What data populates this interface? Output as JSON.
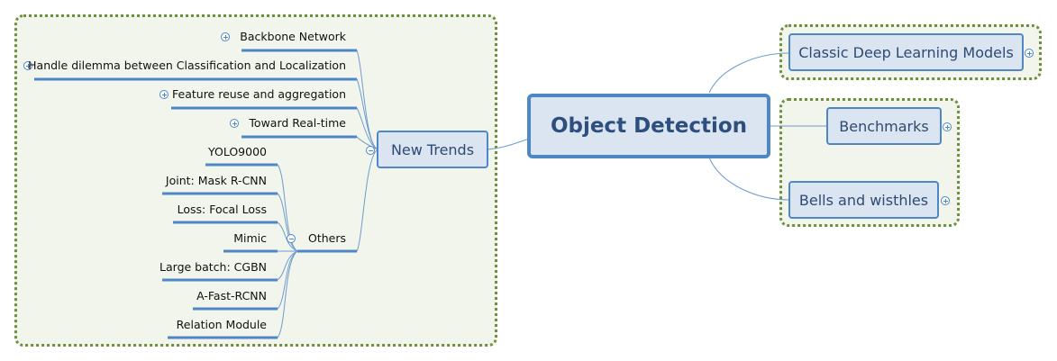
{
  "map": {
    "central_topic": "Object Detection",
    "classic_models": "Classic Deep Learning Models",
    "benchmarks": "Benchmarks",
    "bells": "Bells and wisthles",
    "new_trends": "New Trends",
    "trends": [
      "Backbone Network",
      "Handle dilemma between Classification and Localization",
      "Feature reuse and aggregation",
      "Toward Real-time",
      "Others"
    ],
    "others": [
      "YOLO9000",
      "Joint: Mask R-CNN",
      "Loss: Focal Loss",
      "Mimic",
      "Large batch: CGBN",
      "A-Fast-RCNN",
      "Relation Module"
    ]
  },
  "colors": {
    "node_fill": "#dbe5f1",
    "node_border": "#4e86c6",
    "connector": "#6f9bcf",
    "boundary_border": "#6f8f3e",
    "boundary_fill": "#f2f5ec"
  }
}
